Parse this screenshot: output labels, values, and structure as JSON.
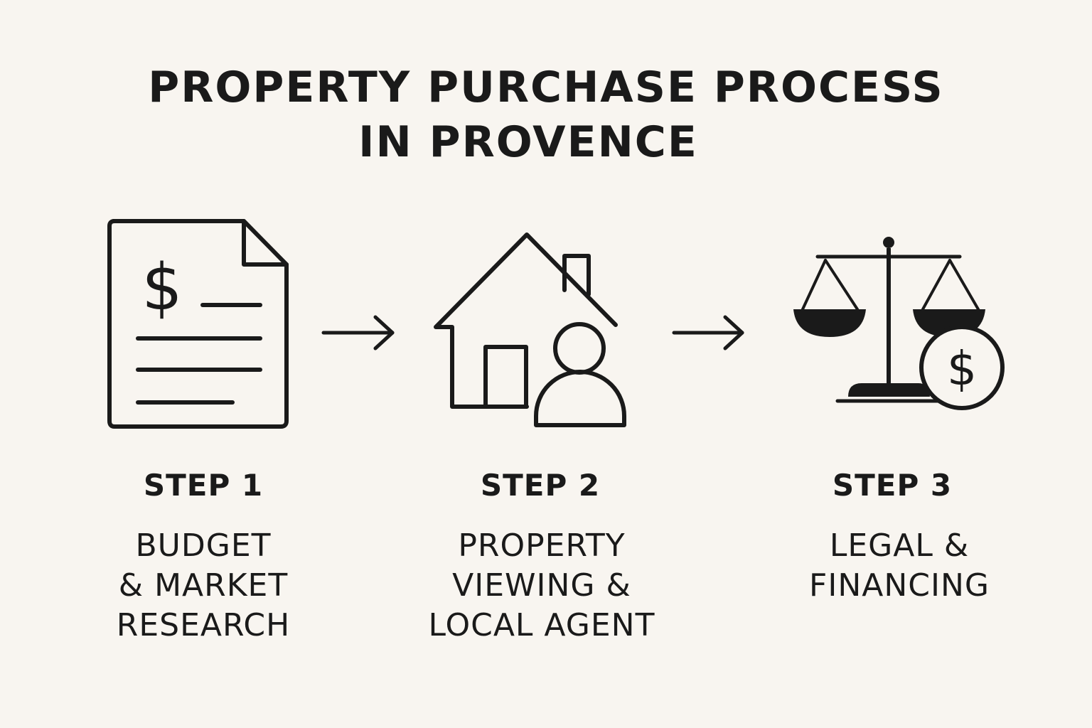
{
  "title": {
    "line1": "PROPERTY PURCHASE PROCESS",
    "line2": "IN PROVENCE"
  },
  "steps": [
    {
      "label": "STEP 1",
      "description": "BUDGET\n& MARKET\nRESEARCH",
      "icon": "document-dollar-icon"
    },
    {
      "label": "STEP 2",
      "description": "PROPERTY\nVIEWING &\nLOCAL AGENT",
      "icon": "house-person-icon"
    },
    {
      "label": "STEP 3",
      "description": "LEGAL &\nFINANCING",
      "icon": "scales-dollar-icon"
    }
  ],
  "colors": {
    "background": "#f8f5f0",
    "ink": "#1a1a1a"
  }
}
